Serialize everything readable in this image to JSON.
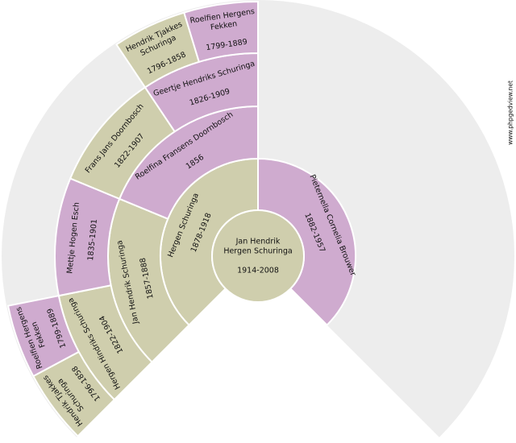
{
  "colors": {
    "male": "#cfcead",
    "female": "#cfabcf",
    "empty": "#ededed",
    "gap": "#ffffff"
  },
  "fan_span_degrees": 270,
  "root": {
    "name_lines": [
      "Jan Hendrik",
      "Hergen Schuringa"
    ],
    "dates": "1914-2008",
    "sex": "male"
  },
  "ancestors": [
    {
      "generation": 1,
      "slot": 0,
      "sex": "male",
      "name_lines": [
        "Hergen Schuringa"
      ],
      "dates": "1878-1918"
    },
    {
      "generation": 1,
      "slot": 1,
      "sex": "female",
      "name_lines": [
        "Pieternella Cornelia Brouwer"
      ],
      "dates": "1882-1957"
    },
    {
      "generation": 2,
      "slot": 0,
      "sex": "male",
      "name_lines": [
        "Jan Hendrik Schuringa"
      ],
      "dates": "1857-1888"
    },
    {
      "generation": 2,
      "slot": 1,
      "sex": "female",
      "name_lines": [
        "Roelfina Fransens Doornbosch"
      ],
      "dates": "1856"
    },
    {
      "generation": 3,
      "slot": 0,
      "sex": "male",
      "name_lines": [
        "Hergen Hindriks Schuringa"
      ],
      "dates": "1822-1904"
    },
    {
      "generation": 3,
      "slot": 1,
      "sex": "female",
      "name_lines": [
        "Mettje Hogen Esch"
      ],
      "dates": "1835-1901"
    },
    {
      "generation": 3,
      "slot": 2,
      "sex": "male",
      "name_lines": [
        "Frans Jans Doornbosch"
      ],
      "dates": "1822-1907"
    },
    {
      "generation": 3,
      "slot": 3,
      "sex": "female",
      "name_lines": [
        "Geertje Hendriks Schuringa"
      ],
      "dates": "1826-1909"
    },
    {
      "generation": 4,
      "slot": 0,
      "sex": "male",
      "name_lines": [
        "Hendrik Tjakkes",
        "Schuringa"
      ],
      "dates": "1796-1858"
    },
    {
      "generation": 4,
      "slot": 1,
      "sex": "female",
      "name_lines": [
        "Roelfien Hergens",
        "Fekken"
      ],
      "dates": "1799-1889"
    },
    {
      "generation": 4,
      "slot": 6,
      "sex": "male",
      "name_lines": [
        "Hendrik Tjakkes",
        "Schuringa"
      ],
      "dates": "1796-1858"
    },
    {
      "generation": 4,
      "slot": 7,
      "sex": "female",
      "name_lines": [
        "Roelfien Hergens",
        "Fekken"
      ],
      "dates": "1799-1889"
    }
  ],
  "watermark": "www.phpgedview.net"
}
